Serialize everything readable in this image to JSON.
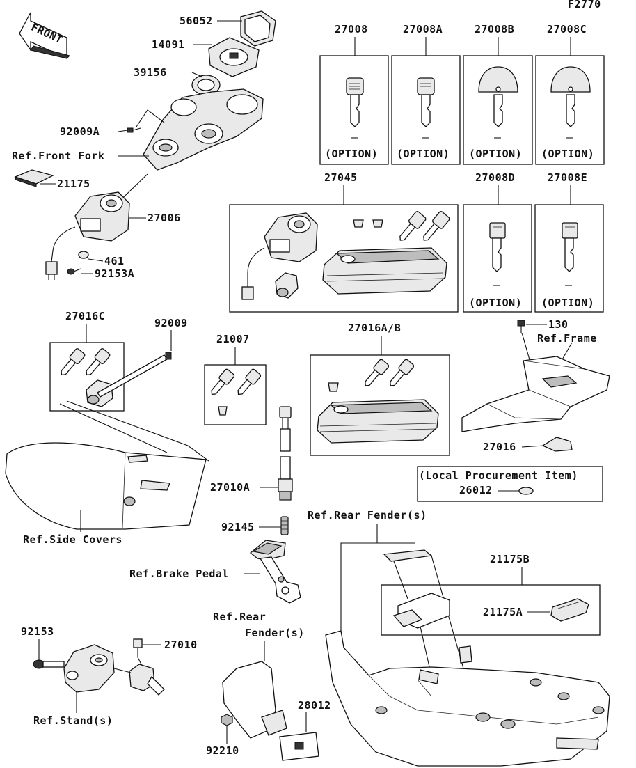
{
  "figure_code": "F2770",
  "front_arrow": "FRONT",
  "option_label": "(OPTION)",
  "parts": {
    "p56052": "56052",
    "p14091": "14091",
    "p39156": "39156",
    "p92009A": "92009A",
    "ref_front_fork": "Ref.Front Fork",
    "p21175": "21175",
    "p27006": "27006",
    "p461": "461",
    "p92153A": "92153A",
    "p27008": "27008",
    "p27008A": "27008A",
    "p27008B": "27008B",
    "p27008C": "27008C",
    "p27045": "27045",
    "p27008D": "27008D",
    "p27008E": "27008E",
    "p27016C": "27016C",
    "p92009": "92009",
    "p21007": "21007",
    "p27016AB": "27016A/B",
    "p130": "130",
    "ref_frame": "Ref.Frame",
    "p27016": "27016",
    "local_procurement": "(Local Procurement Item)",
    "p26012": "26012",
    "ref_side_covers": "Ref.Side Covers",
    "p27010A": "27010A",
    "p92145": "92145",
    "ref_rear_fender_1": "Ref.Rear Fender(s)",
    "ref_brake_pedal": "Ref.Brake Pedal",
    "p21175B": "21175B",
    "p21175A": "21175A",
    "ref_rear_2a": "Ref.Rear",
    "ref_rear_2b": "Fender(s)",
    "p92153": "92153",
    "p27010": "27010",
    "ref_stand": "Ref.Stand(s)",
    "p28012": "28012",
    "p92210": "92210"
  }
}
